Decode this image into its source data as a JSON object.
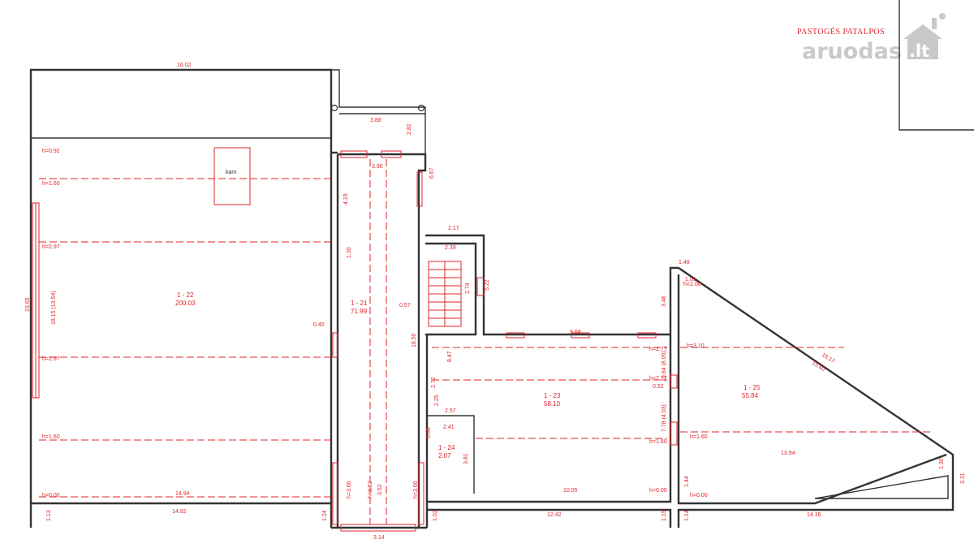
{
  "title": "PASTOGĖS PATALPOS",
  "logo": {
    "brand": "aruodas",
    "suffix": ".lt"
  },
  "rooms": [
    {
      "id": "1 - 22",
      "area": "200.03"
    },
    {
      "id": "1 - 21",
      "area": "71.99"
    },
    {
      "id": "1 - 23",
      "area": "58.10"
    },
    {
      "id": "1 - 24",
      "area": "2.07"
    },
    {
      "id": "1 - 25",
      "area": "55.84"
    }
  ],
  "label_kam": "kam",
  "dims": {
    "d1602": "16.02",
    "d388": "3.88",
    "d282": "2.82",
    "d390": "3.90",
    "d667": "6.67",
    "d419": "4.19",
    "d130": "1.30",
    "d045": "0.45",
    "d217": "2.17",
    "d239": "2.39",
    "d274": "2.74",
    "d522": "5.22",
    "d057": "0.57",
    "d1850": "18.50",
    "d968": "9.68",
    "d148": "1.48",
    "d101": "1.01",
    "d346": "3.46",
    "d1617": "16.17",
    "d1560": "15.60",
    "d2365": "23.65",
    "d1815": "18.15 (13.54)",
    "d1494": "14.94",
    "d1492": "14.92",
    "d113": "1.13",
    "d124": "1.24",
    "d314": "3.14",
    "d102": "1.02",
    "d1242": "12.42",
    "d115": "1.15",
    "d114": "1.14",
    "d1416": "14.16",
    "d331": "3.31",
    "d1394": "13.94",
    "d1005": "10.05",
    "d847": "8.47",
    "d272": "2.72",
    "d225": "2.25",
    "d257": "2.57",
    "d241": "2.41",
    "d086": "0.86",
    "d381": "3.81",
    "d1064": "10.64 (8.05)",
    "d778": "7.78 (4.03)",
    "d052": "0.52",
    "d144": "1.44",
    "d130b": "1.30",
    "d352": "3.52"
  },
  "heights": {
    "h092": "h=0.92",
    "h160": "h=1.60",
    "h297": "h=2.97",
    "h000": "h=0.00",
    "h360": "h=3.60",
    "h352": "h=3.52",
    "h200": "h=2.00",
    "h310": "h=3.10",
    "h277": "h=2.77"
  }
}
